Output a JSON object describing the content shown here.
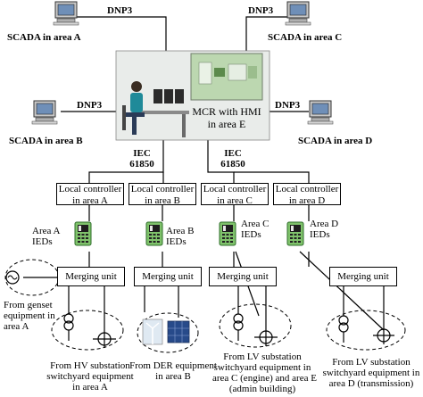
{
  "mcr": {
    "line1": "MCR with HMI",
    "line2": "in area E"
  },
  "scada": {
    "a": "SCADA in area A",
    "b": "SCADA in area B",
    "c": "SCADA in area C",
    "d": "SCADA in area D"
  },
  "protocols": {
    "dnp3_top_left": "DNP3",
    "dnp3_top_right": "DNP3",
    "dnp3_mid_left": "DNP3",
    "dnp3_mid_right": "DNP3",
    "iec_left_1": "IEC",
    "iec_left_2": "61850",
    "iec_right_1": "IEC",
    "iec_right_2": "61850"
  },
  "controllers": {
    "a": [
      "Local controller",
      "in area A"
    ],
    "b": [
      "Local controller",
      "in area B"
    ],
    "c": [
      "Local controller",
      "in area C"
    ],
    "d": [
      "Local controller",
      "in area D"
    ]
  },
  "ieds": {
    "a": [
      "Area A",
      "IEDs"
    ],
    "b": [
      "Area B",
      "IEDs"
    ],
    "c": [
      "Area C",
      "IEDs"
    ],
    "d": [
      "Area D",
      "IEDs"
    ]
  },
  "merging_unit": "Merging unit",
  "sources": {
    "genset": [
      "From genset",
      "equipment in",
      "area A"
    ],
    "hv": [
      "From HV substation",
      "switchyard equipment",
      "in area A"
    ],
    "der": [
      "From DER equipment",
      "in area B"
    ],
    "lv_c": [
      "From LV substation",
      "switchyard equipment in",
      "area C (engine) and area E",
      "(admin building)"
    ],
    "lv_d": [
      "From LV substation",
      "switchyard equipment in",
      "area D (transmission)"
    ]
  }
}
